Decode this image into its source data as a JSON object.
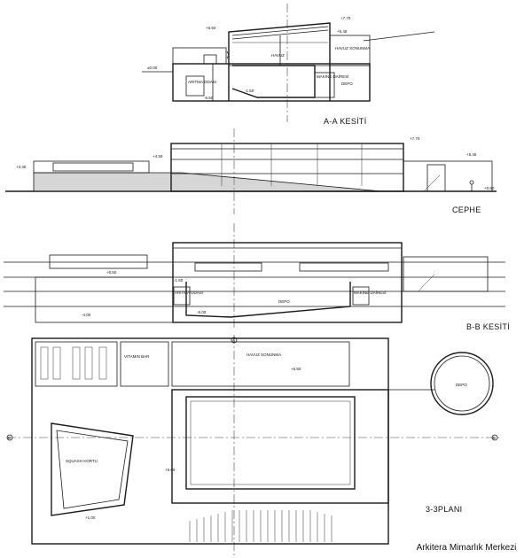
{
  "titles": {
    "section_aa": "A-A KESİTİ",
    "elevation": "CEPHE",
    "section_bb": "B-B KESİTİ",
    "plan": "3-3PLANI"
  },
  "levels": {
    "plus_7_70": "+7.70",
    "plus_5_45": "+5.45",
    "plus_3_35": "+3.35",
    "plus_4_50": "+4.50",
    "plus_0_50": "+0.50",
    "zero": "±0.00",
    "minus_1_50": "-1.50",
    "minus_5_00": "-5.00",
    "minus_6_50": "-6.50",
    "minus_4_00": "-4.00",
    "plus_6_50": "+6.50",
    "plus_5_00": "+5.00",
    "plus_1_00": "+1.00"
  },
  "rooms": {
    "havuz": "HAVUZ",
    "havuz_sonunma": "HAVUZ SONUNMA",
    "makine_dairesi": "MAKİNE DAİRESİ",
    "depo": "DEPO",
    "aritma_odasi": "ARITMA ODASI",
    "vitamin_bar": "VITAMIN BAR",
    "squash_kortu": "SQUASH KORTU"
  },
  "axes": {
    "a": "A",
    "b": "B"
  },
  "credit": "Arkitera Mimarlık Merkezi"
}
